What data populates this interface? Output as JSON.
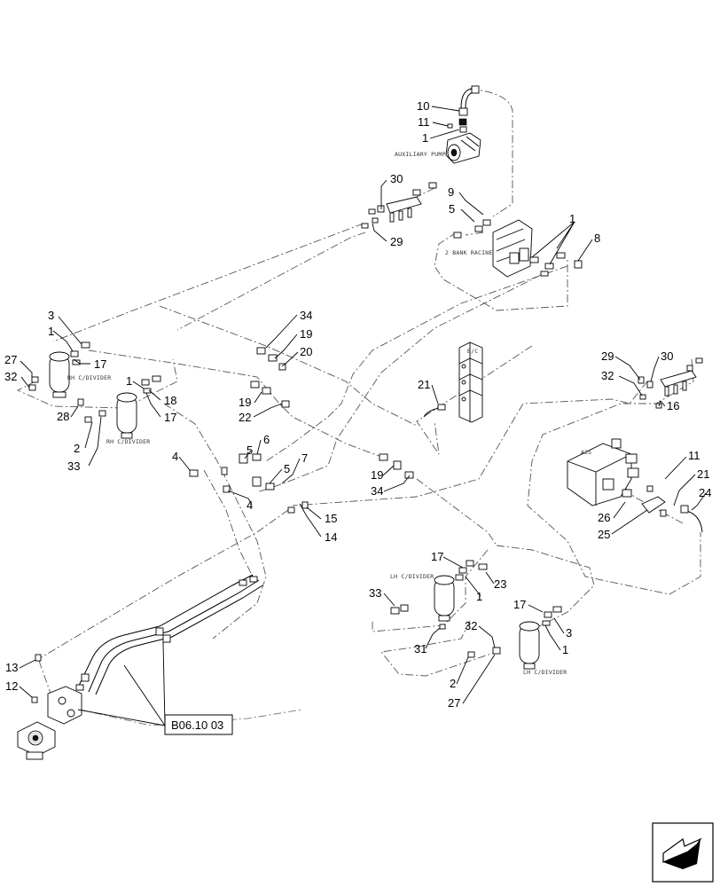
{
  "callouts": {
    "c10": "10",
    "c11a": "11",
    "c1a": "1",
    "c30a": "30",
    "c29a": "29",
    "c9": "9",
    "c5a": "5",
    "c1b": "1",
    "c8": "8",
    "c3a": "3",
    "c1c": "1",
    "c17a": "17",
    "c27a": "27",
    "c32a": "32",
    "c28": "28",
    "c1d": "1",
    "c18": "18",
    "c17b": "17",
    "c2a": "2",
    "c33a": "33",
    "c34a": "34",
    "c19a": "19",
    "c20": "20",
    "c19b": "19",
    "c22": "22",
    "c21a": "21",
    "c29b": "29",
    "c30b": "30",
    "c32b": "32",
    "c16": "16",
    "c4a": "4",
    "c5b": "5",
    "c6": "6",
    "c5c": "5",
    "c7": "7",
    "c4b": "4",
    "c15": "15",
    "c14": "14",
    "c19c": "19",
    "c34b": "34",
    "c11b": "11",
    "c21b": "21",
    "c24": "24",
    "c26": "26",
    "c25": "25",
    "c17c": "17",
    "c23": "23",
    "c1e": "1",
    "c33b": "33",
    "c31": "31",
    "c17d": "17",
    "c3b": "3",
    "c1f": "1",
    "c32c": "32",
    "c2b": "2",
    "c27b": "27",
    "c13": "13",
    "c12": "12"
  },
  "labels": {
    "auxiliary_pump": "AUXILIARY PUMP",
    "bank_racine": "2 BANK RACINE",
    "rh_divider_1": "RH C/DIVIDER",
    "rh_divider_2": "RH C/DIVIDER",
    "lh_divider_1": "LH C/DIVIDER",
    "lh_divider_2": "LH C/DIVIDER",
    "bc": "B/C",
    "a35": "A35"
  },
  "reference": {
    "text": "B06.10 03"
  },
  "navigation": {
    "icon": "arrow-nav-icon"
  }
}
